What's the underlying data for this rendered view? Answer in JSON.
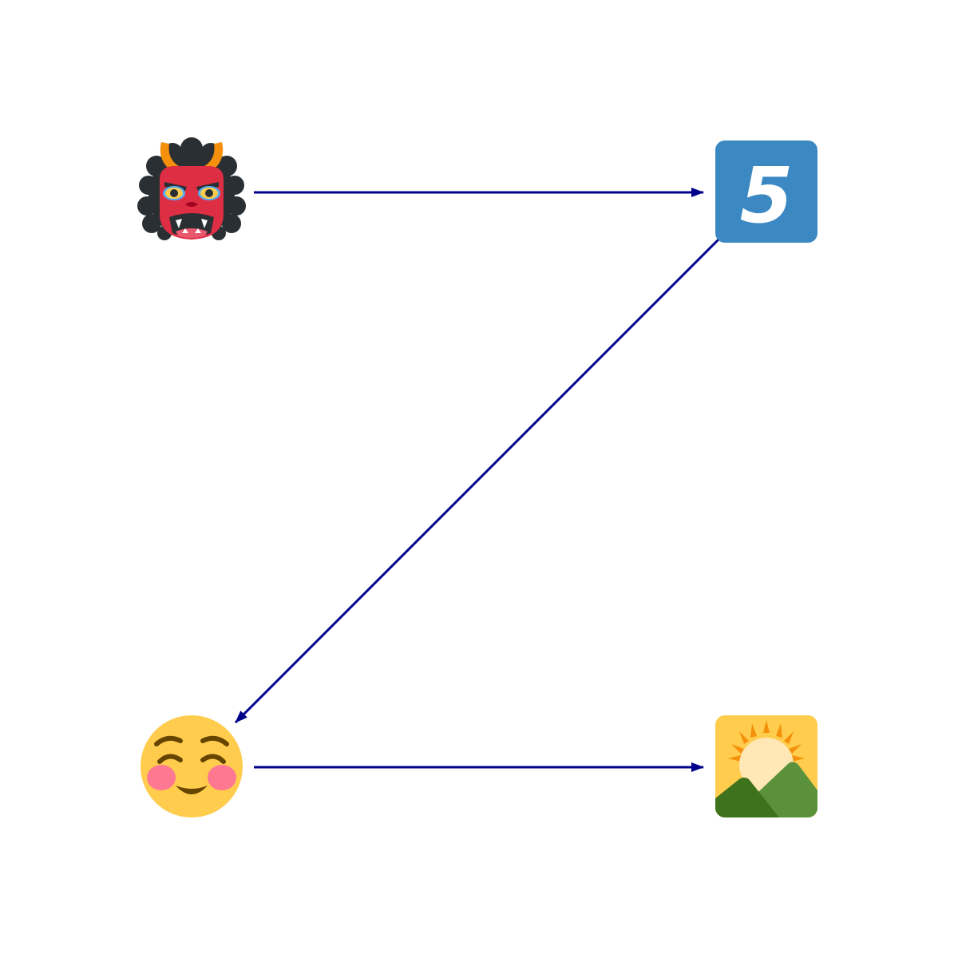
{
  "diagram": {
    "nodes": [
      {
        "id": "ogre",
        "icon": "ogre-icon"
      },
      {
        "id": "five",
        "icon": "keycap-five-icon",
        "label": "5"
      },
      {
        "id": "smile",
        "icon": "smiling-face-icon"
      },
      {
        "id": "sunrise",
        "icon": "sunrise-over-mountains-icon"
      }
    ],
    "edges": [
      {
        "from": "ogre",
        "to": "five"
      },
      {
        "from": "five",
        "to": "smile"
      },
      {
        "from": "smile",
        "to": "sunrise"
      }
    ],
    "colors": {
      "edge": "#00008b",
      "keycap": "#3b88c3",
      "face": "#ffcc4d",
      "ogre_red": "#dd2e44",
      "hair": "#292f33",
      "horn": "#f4900c",
      "cheek": "#ff7892",
      "sun": "#ffe8b6",
      "mountain_light": "#5c913b",
      "mountain_dark": "#3e721d"
    }
  }
}
